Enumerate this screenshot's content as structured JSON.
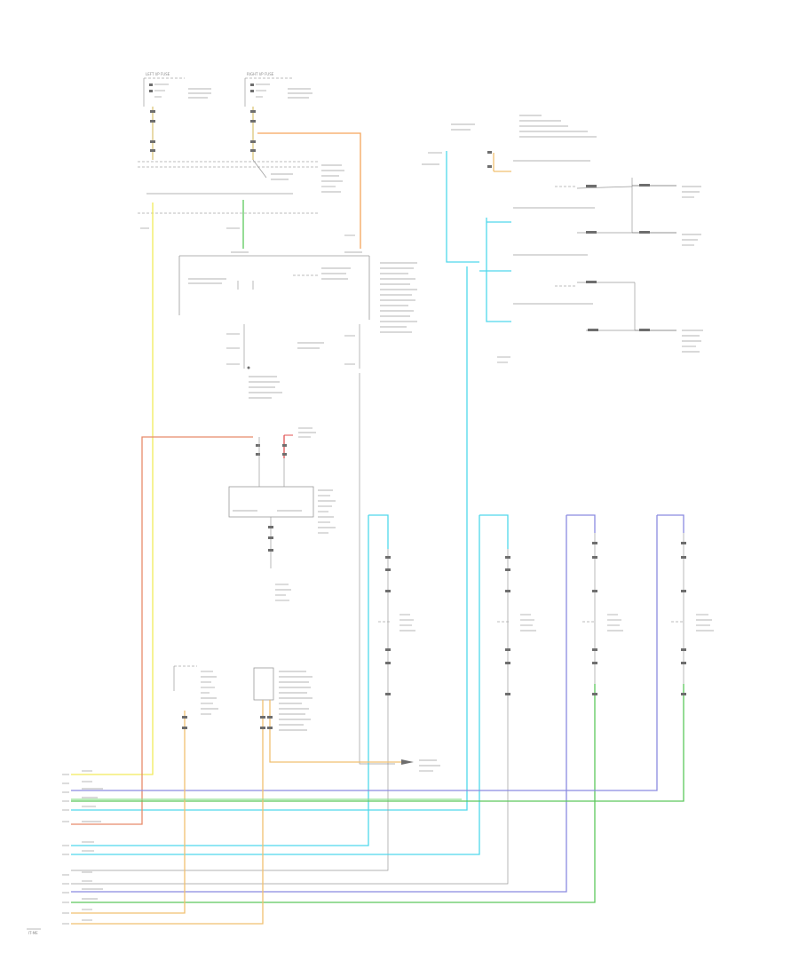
{
  "diagram": {
    "colors": {
      "yellow": "#f2ea5a",
      "orange": "#f5a55a",
      "salmon": "#e88a6a",
      "tan": "#f0c070",
      "green": "#5cc85c",
      "light_green": "#8fe08f",
      "cyan": "#4fd8ec",
      "blue": "#8a8ae0",
      "red": "#e05050",
      "gray": "#9a9a9a"
    },
    "label_note": "labels in source image are illegible at this resolution",
    "labels": {
      "page_code": "IT-ME",
      "left_fuse": "LEFT I/P FUSE",
      "right_fuse": "RIGHT I/P FUSE"
    }
  }
}
